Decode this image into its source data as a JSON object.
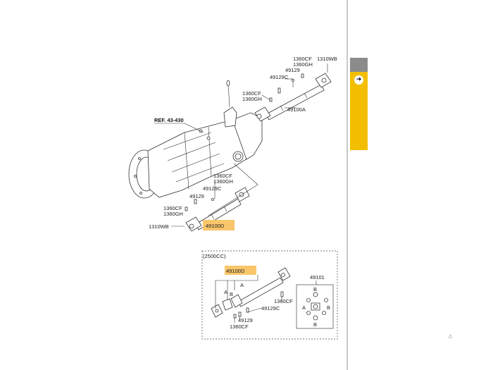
{
  "labels": {
    "ref": "REF. 43-430",
    "upper": {
      "l1360cf_a": "1360CF",
      "l1360gh_a": "1360GH",
      "l49129_a": "49129",
      "l1310wb": "1310WB",
      "l49129c": "49129C",
      "l1360cf_b": "1360CF",
      "l1360gh_b": "1360GH",
      "l49100a": "49100A"
    },
    "lower": {
      "l1360cf_a": "1360CF",
      "l1360gh_a": "1360GH",
      "l49129c": "49129C",
      "l49129": "49129",
      "l1360cf_b": "1360CF",
      "l1360gh_b": "1360GH",
      "l1310wb": "1310WB",
      "l49100d": "49100D"
    },
    "inset": {
      "title": "(2500CC)",
      "l49100d": "49100D",
      "a_top": "A",
      "a_mid": "A",
      "b_mid": "B",
      "l1360cf_r": "1360CF",
      "l49129c": "49129C",
      "l49129": "49129",
      "l1360cf_bottom": "1360CF",
      "l49101": "49101",
      "b_top": "B",
      "a_left": "A",
      "b_right": "B",
      "b_bottom": "B"
    }
  },
  "sidebar": {
    "icon": "info-arrow-icon"
  },
  "footer": {
    "corner_mark": "⚠"
  },
  "colors": {
    "highlight": "#f9c66b",
    "sidebar_accent": "#f3be00",
    "sidebar_top": "#8b8b8b"
  }
}
